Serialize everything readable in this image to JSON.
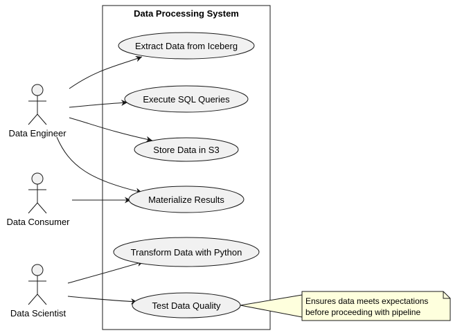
{
  "system": {
    "title": "Data Processing System"
  },
  "actors": [
    {
      "id": "engineer",
      "label": "Data Engineer"
    },
    {
      "id": "consumer",
      "label": "Data Consumer"
    },
    {
      "id": "scientist",
      "label": "Data Scientist"
    }
  ],
  "use_cases": [
    {
      "id": "extract",
      "label": "Extract Data from Iceberg"
    },
    {
      "id": "execute",
      "label": "Execute SQL Queries"
    },
    {
      "id": "store",
      "label": "Store Data in S3"
    },
    {
      "id": "materialize",
      "label": "Materialize Results"
    },
    {
      "id": "transform",
      "label": "Transform Data with Python"
    },
    {
      "id": "test",
      "label": "Test Data Quality"
    }
  ],
  "associations": [
    {
      "from": "engineer",
      "to": "extract"
    },
    {
      "from": "engineer",
      "to": "execute"
    },
    {
      "from": "engineer",
      "to": "store"
    },
    {
      "from": "engineer",
      "to": "materialize"
    },
    {
      "from": "consumer",
      "to": "materialize"
    },
    {
      "from": "scientist",
      "to": "transform"
    },
    {
      "from": "scientist",
      "to": "test"
    }
  ],
  "note": {
    "attached_to": "test",
    "lines": [
      "Ensures data meets expectations",
      "before proceeding with pipeline"
    ]
  },
  "colors": {
    "fill": "#f1f1f1",
    "stroke": "#181818",
    "note_fill": "#feffdd"
  }
}
